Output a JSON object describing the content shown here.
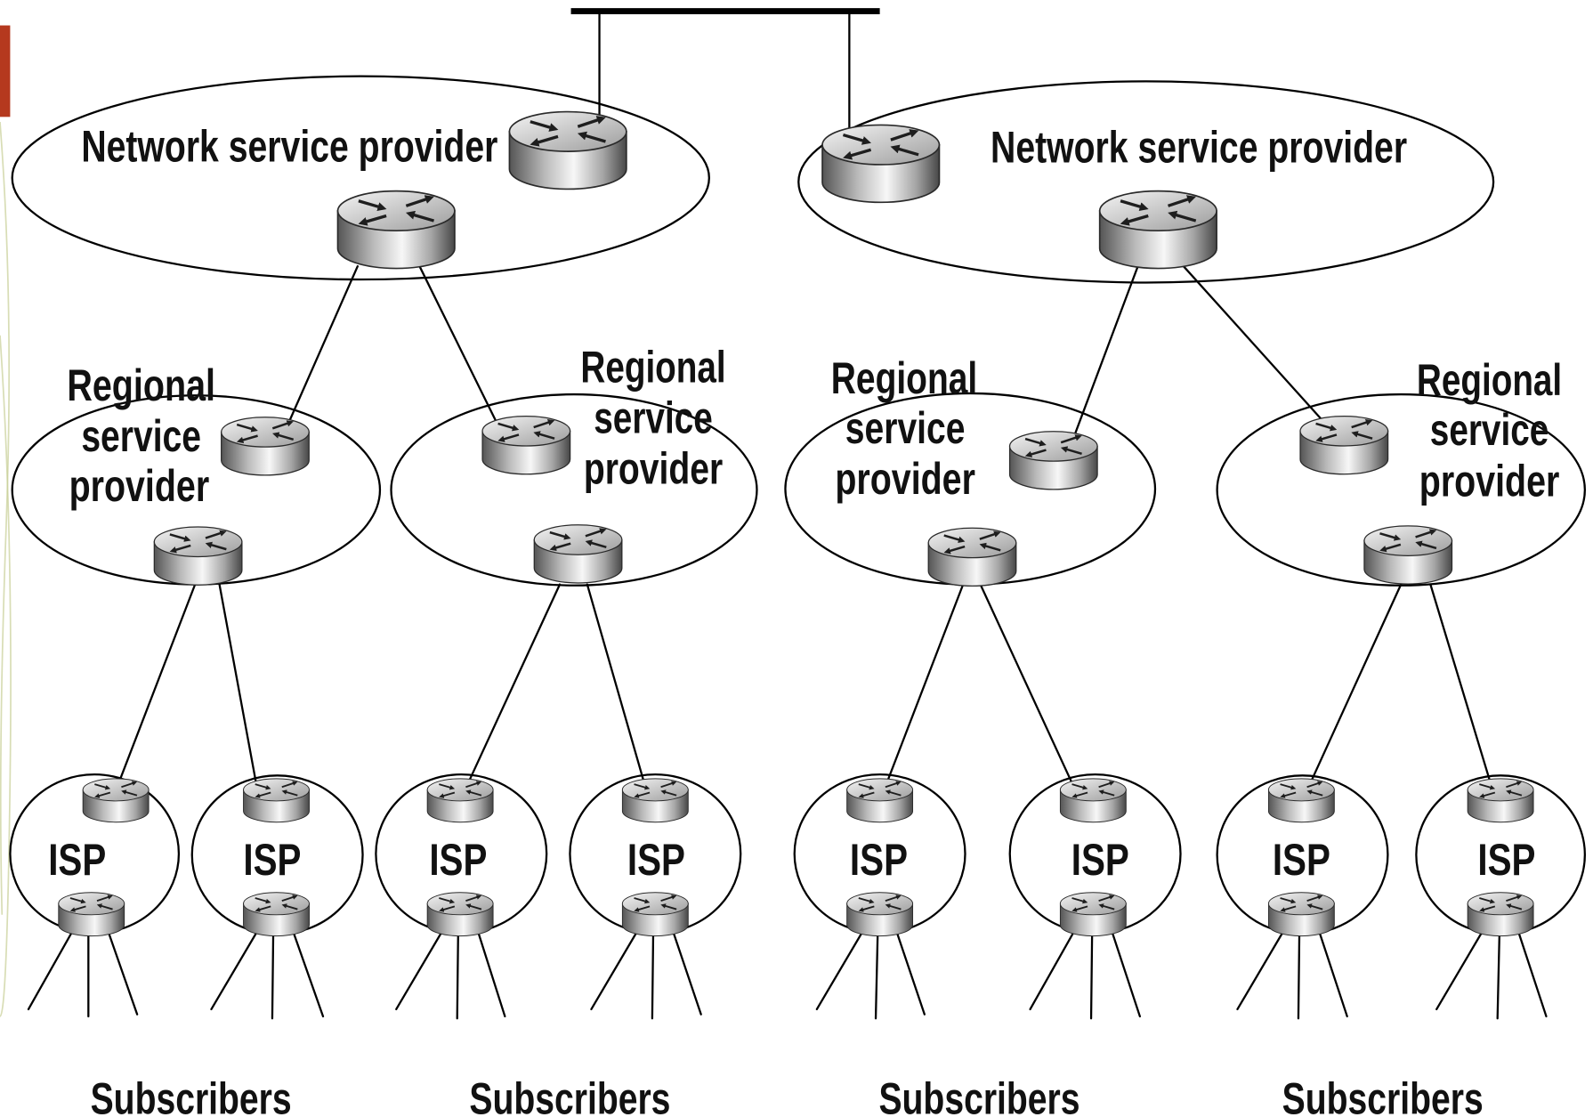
{
  "colors": {
    "accent_bar": "#b5391e",
    "link": "#000000",
    "swoosh": "#c8ce95"
  },
  "icons": {
    "router": "router-icon"
  },
  "network_service_providers": [
    {
      "label": "Network service provider",
      "regionals": [
        {
          "label_lines": [
            "Regional",
            "service",
            "provider"
          ],
          "isps": [
            {
              "label": "ISP"
            },
            {
              "label": "ISP"
            }
          ],
          "subscribers": "Subscribers"
        },
        {
          "label_lines": [
            "Regional",
            "service",
            "provider"
          ],
          "isps": [
            {
              "label": "ISP"
            },
            {
              "label": "ISP"
            }
          ],
          "subscribers": "Subscribers"
        }
      ]
    },
    {
      "label": "Network service provider",
      "regionals": [
        {
          "label_lines": [
            "Regional",
            "service",
            "provider"
          ],
          "isps": [
            {
              "label": "ISP"
            },
            {
              "label": "ISP"
            }
          ],
          "subscribers": "Subscribers"
        },
        {
          "label_lines": [
            "Regional",
            "service",
            "provider"
          ],
          "isps": [
            {
              "label": "ISP"
            },
            {
              "label": "ISP"
            }
          ],
          "subscribers": "Subscribers"
        }
      ]
    }
  ]
}
